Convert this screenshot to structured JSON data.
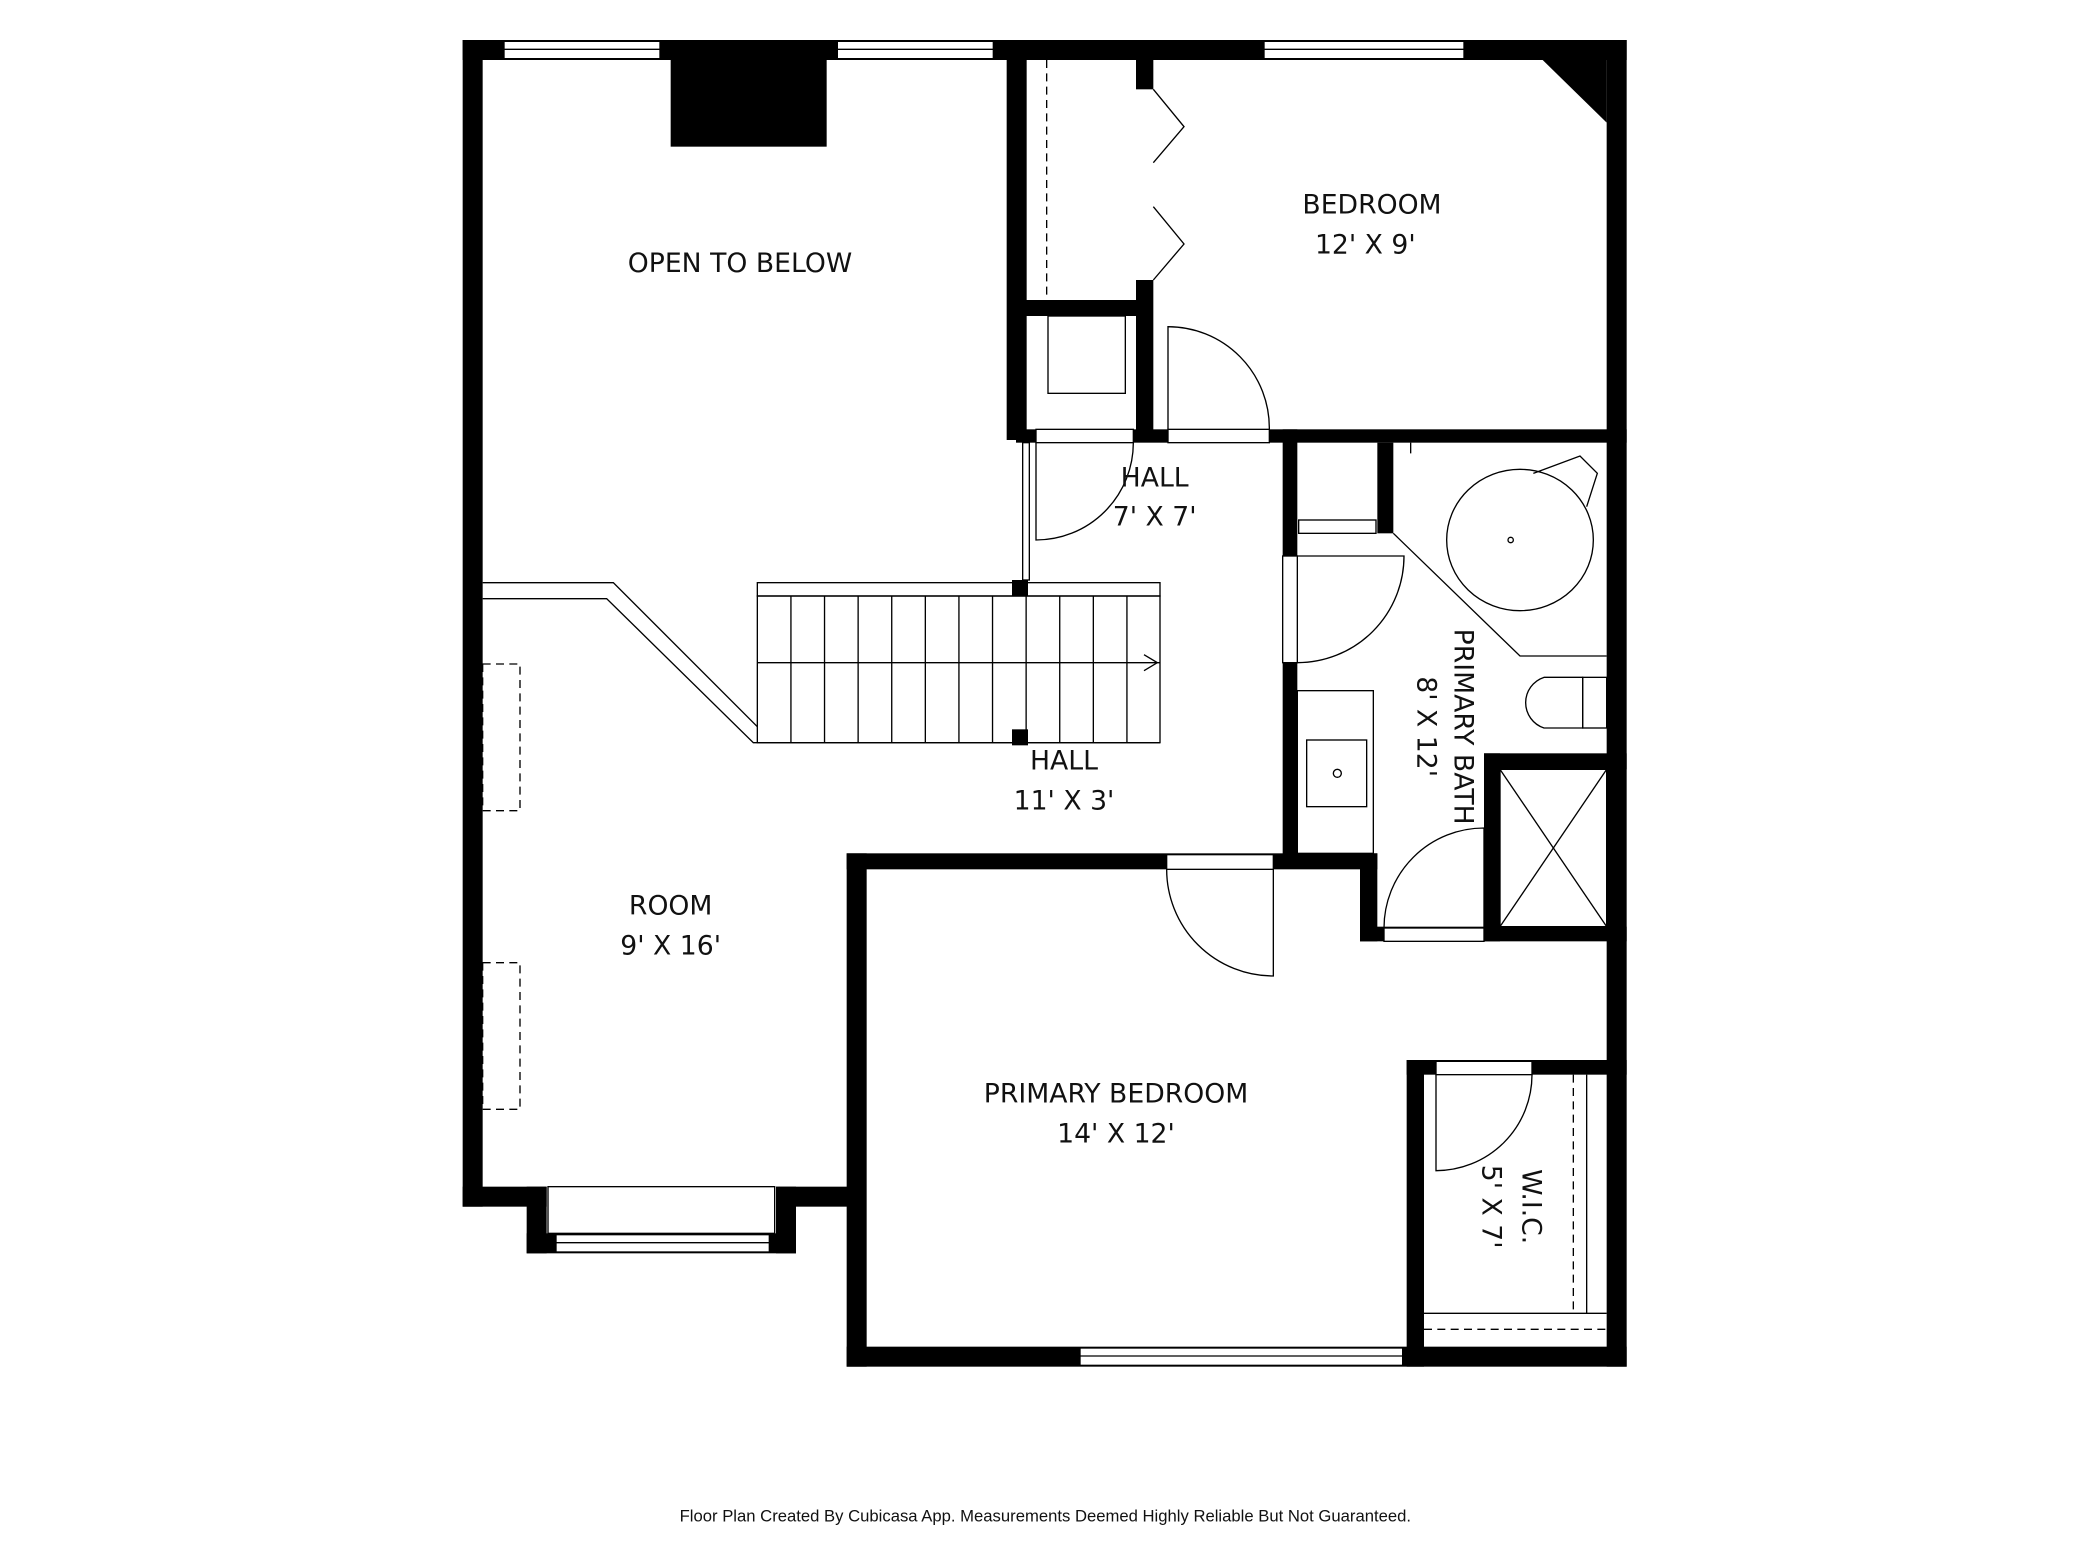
{
  "rooms": {
    "open_to_below": {
      "name": "OPEN TO BELOW"
    },
    "bedroom": {
      "name": "BEDROOM",
      "size": "12' X 9'"
    },
    "hall_upper": {
      "name": "HALL",
      "size": "7' X 7'"
    },
    "hall_lower": {
      "name": "HALL",
      "size": "11' X 3'"
    },
    "primary_bath": {
      "name": "PRIMARY BATH",
      "size": "8' X 12'"
    },
    "room": {
      "name": "ROOM",
      "size": "9' X 16'"
    },
    "primary_bedroom": {
      "name": "PRIMARY BEDROOM",
      "size": "14' X 12'"
    },
    "wic": {
      "name": "W.I.C.",
      "size": "5' X 7'"
    }
  },
  "footer": {
    "disclaimer": "Floor Plan Created By Cubicasa App. Measurements Deemed Highly Reliable But Not Guaranteed."
  }
}
